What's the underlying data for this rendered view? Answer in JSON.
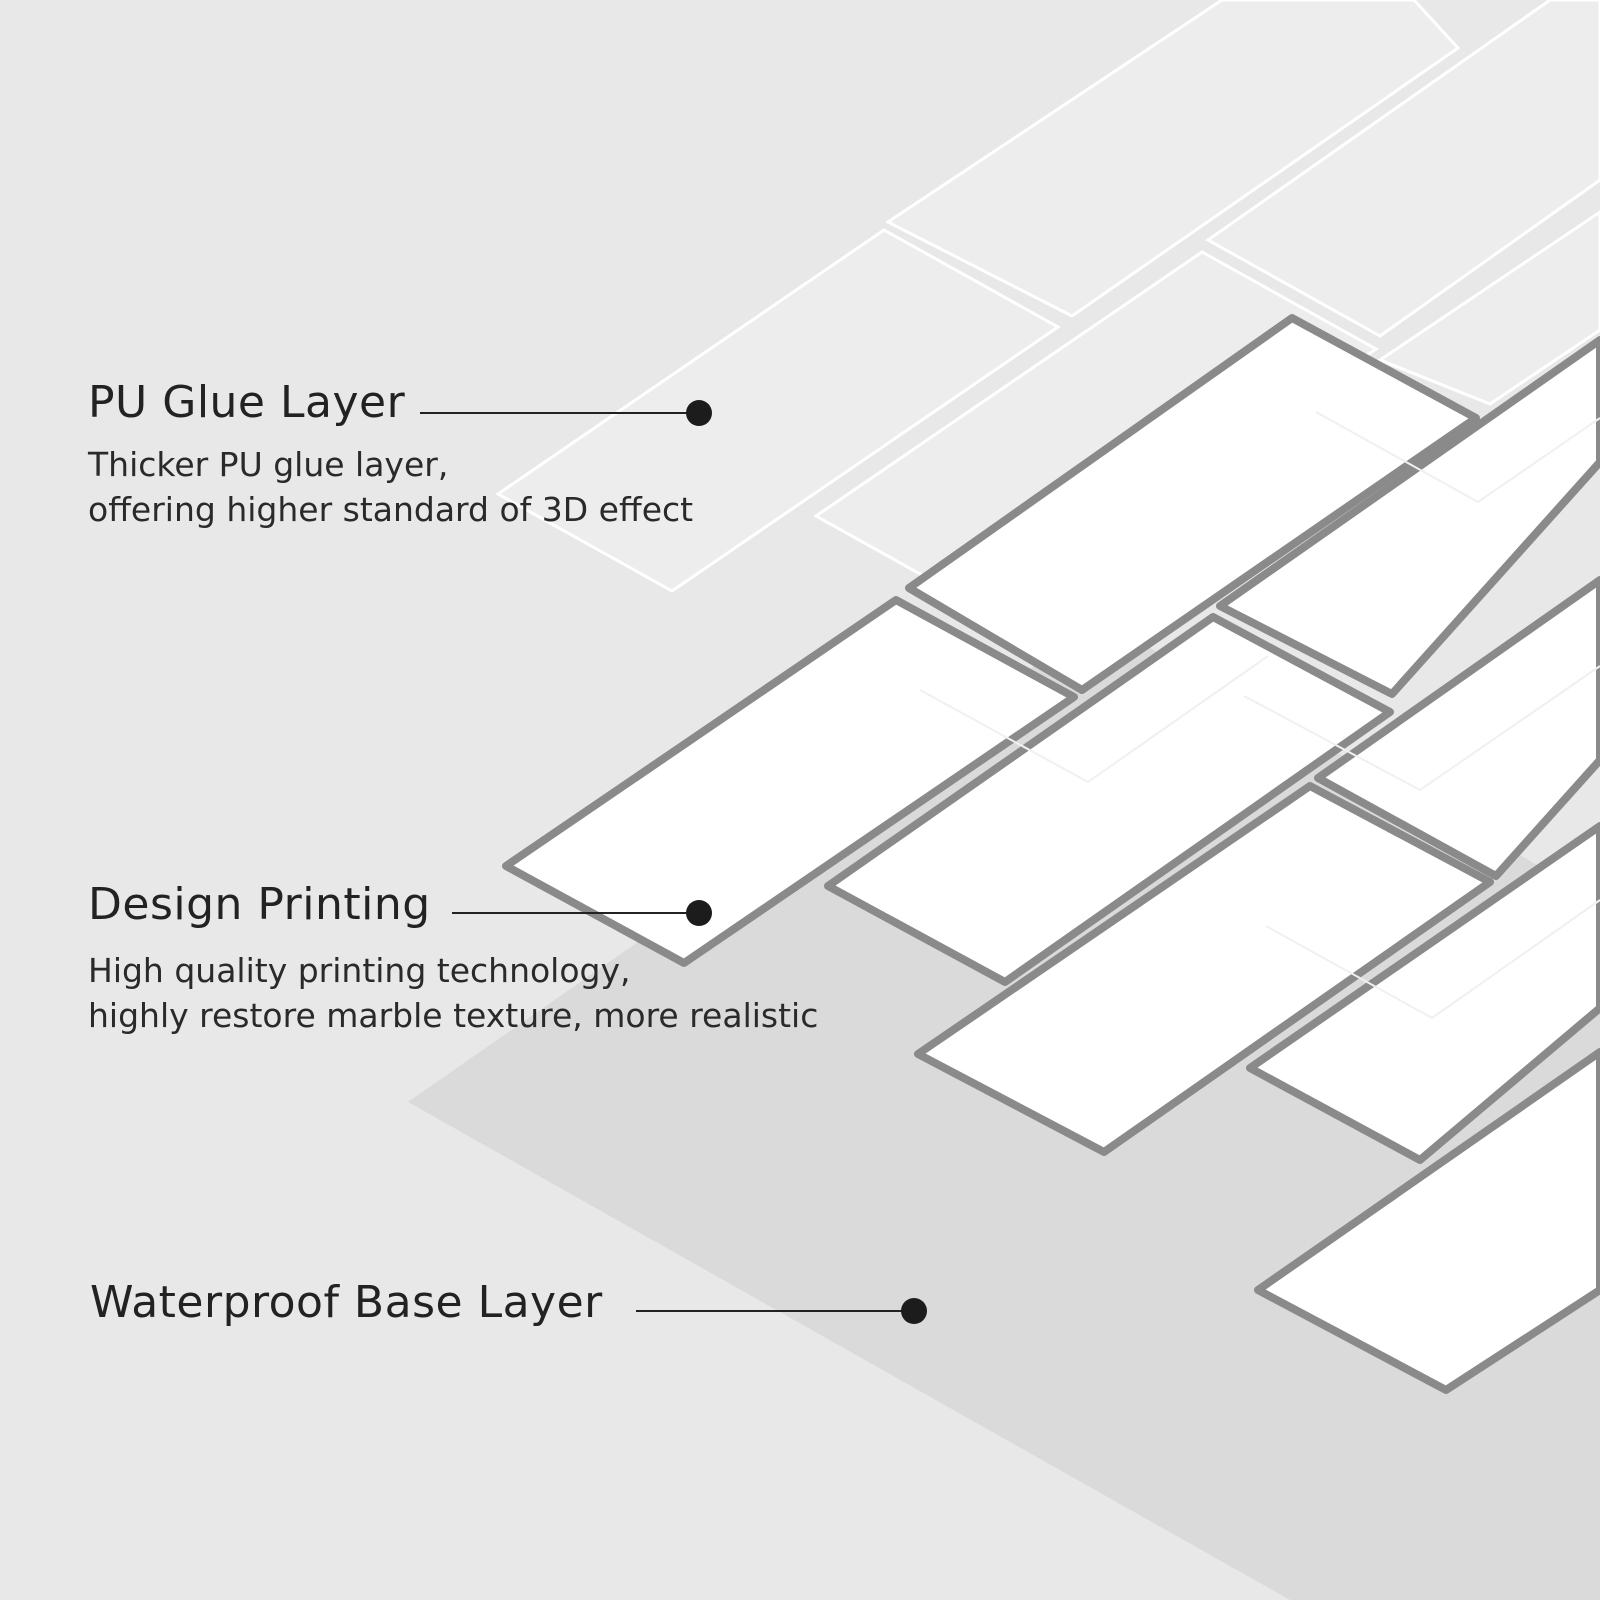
{
  "colors": {
    "background": "#e8e8e8",
    "shadow": "#dadada",
    "tile_fill": "#ffffff",
    "tile_border": "#8a8a8a",
    "text": "#222222"
  },
  "layers": [
    {
      "id": "pu-glue",
      "title": "PU Glue Layer",
      "description": [
        "Thicker PU glue layer,",
        "offering higher standard of 3D effect"
      ]
    },
    {
      "id": "design-printing",
      "title": "Design Printing",
      "description": [
        "High quality printing technology,",
        "highly restore marble texture, more realistic"
      ]
    },
    {
      "id": "waterproof-base",
      "title": "Waterproof Base Layer",
      "description": []
    }
  ]
}
